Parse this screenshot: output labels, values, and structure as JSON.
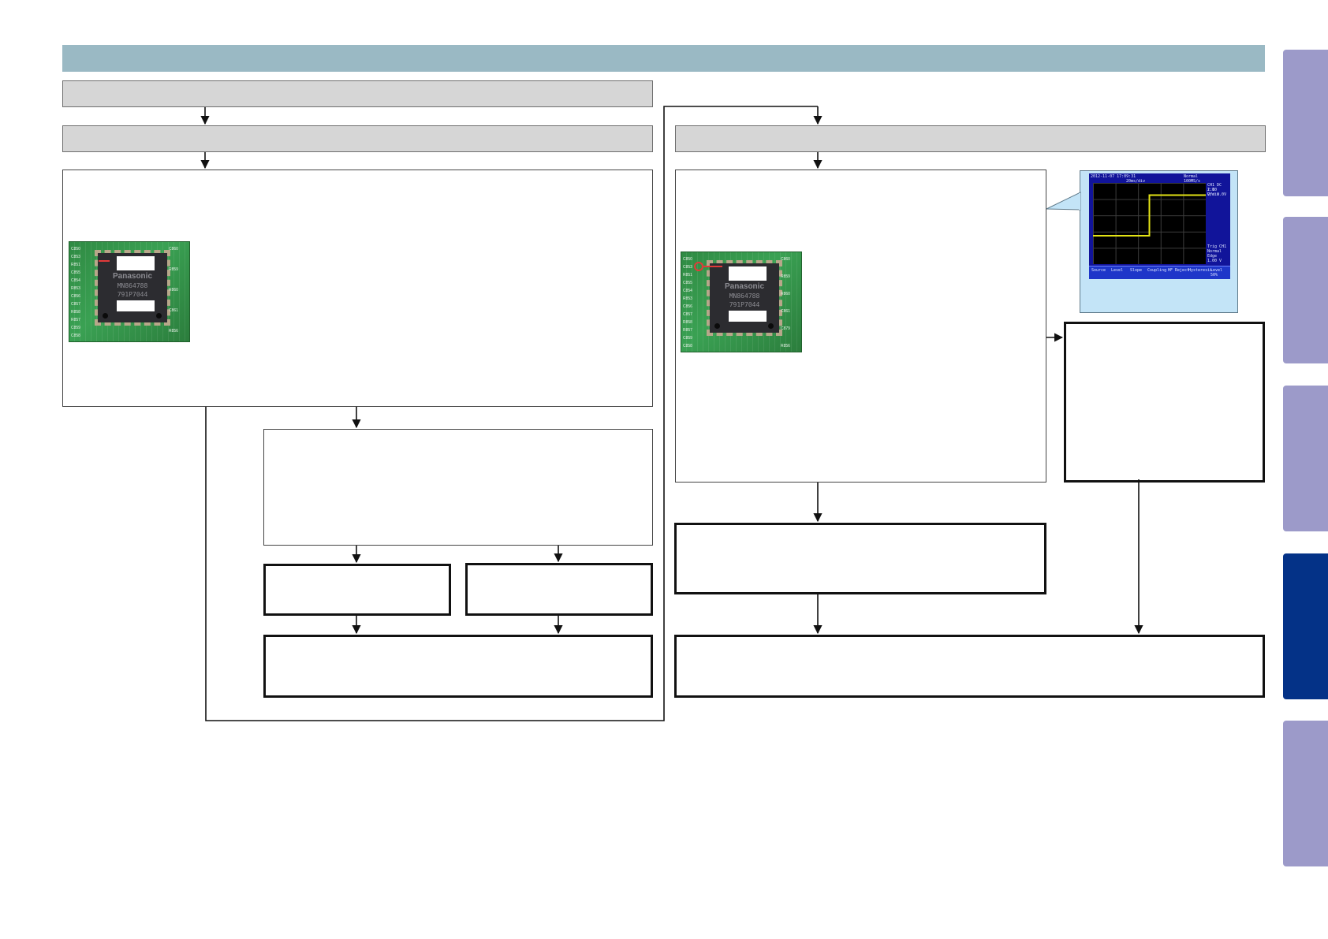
{
  "pcb_photos": [
    {
      "brand": "Panasonic",
      "model": "MN864788",
      "lot": "791P7044",
      "designators": [
        "C850",
        "C853",
        "R851",
        "C855",
        "C854",
        "R853",
        "C856",
        "C857",
        "R858",
        "R857",
        "C859",
        "C858",
        "C860",
        "R859",
        "R860",
        "C861",
        "R856"
      ]
    },
    {
      "brand": "Panasonic",
      "model": "MN864788",
      "lot": "791P7044",
      "designators": [
        "C850",
        "C853",
        "R851",
        "C855",
        "C854",
        "R853",
        "C856",
        "C857",
        "R858",
        "R857",
        "C859",
        "C858",
        "C860",
        "R859",
        "R860",
        "C861",
        "C879",
        "R856"
      ]
    }
  ],
  "scope": {
    "header_left": "2012-11-07 17:09:31",
    "header_mode": "Normal",
    "header_rate": "100MS/s",
    "header_time": "20ms/div",
    "side_lines": [
      "CH1 DC 1:1",
      "2.00 V/div",
      "Ofs 0.0V",
      "",
      "Trig CH1",
      "Normal",
      "Edge",
      "1.00 V"
    ],
    "bottom_cells": [
      "Source",
      "Level",
      "Slope",
      "Coupling",
      "HF Reject",
      "Hysteresis",
      "Level 50%"
    ],
    "waveform": {
      "low_level": 0.35,
      "high_level": 0.85,
      "edge_position": 0.5
    }
  },
  "colors": {
    "title_bar": "#9ab9c4",
    "gray_bar": "#d6d6d6",
    "side_tab": "#9c9ac9",
    "side_tab_active": "#043287",
    "scope_trace": "#e3e315"
  },
  "nav_tabs": [
    {
      "active": false
    },
    {
      "active": false
    },
    {
      "active": false
    },
    {
      "active": true
    },
    {
      "active": false
    }
  ]
}
